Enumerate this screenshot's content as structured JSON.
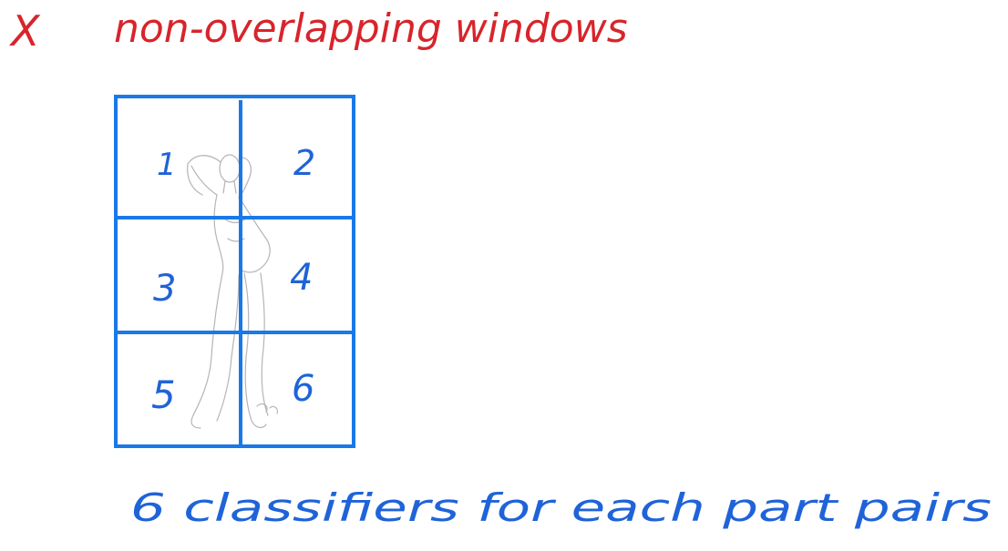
{
  "heading": {
    "mark": "X",
    "text": "non-overlapping windows"
  },
  "grid": {
    "rows": 3,
    "cols": 2,
    "cell_labels": [
      "1",
      "2",
      "3",
      "4",
      "5",
      "6"
    ]
  },
  "caption": "6 classifiers for each part pairs",
  "colors": {
    "heading": "#d8242b",
    "labels": "#1f63d8",
    "grid": "#1a78e8",
    "sketch": "#b5b5b5"
  }
}
